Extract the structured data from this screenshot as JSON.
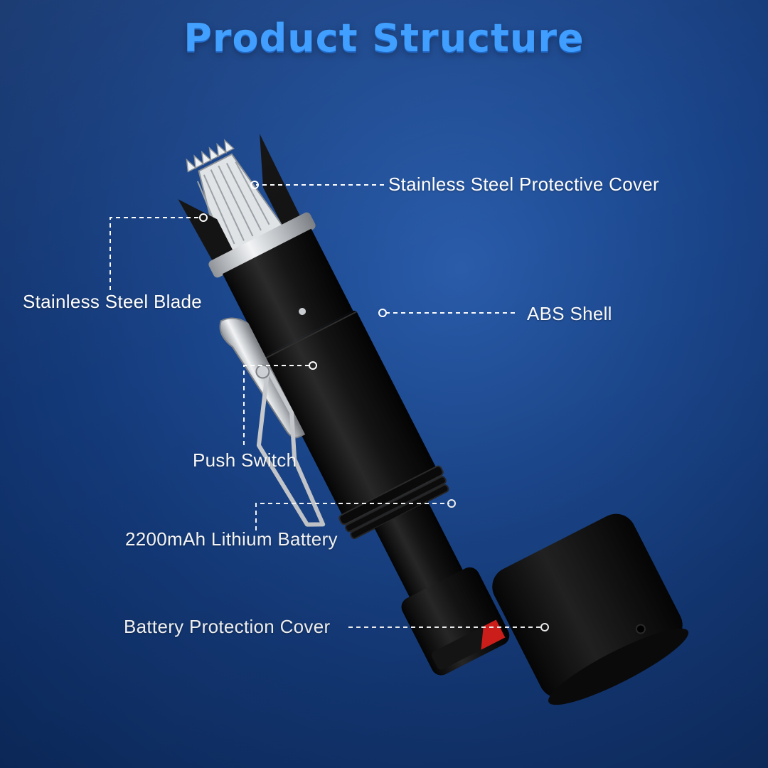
{
  "title": "Product Structure",
  "labels": {
    "protective_cover": "Stainless Steel Protective Cover",
    "blade": "Stainless Steel Blade",
    "shell": "ABS Shell",
    "switch": "Push Switch",
    "battery": "2200mAh Lithium Battery",
    "battery_cover": "Battery Protection Cover"
  },
  "colors": {
    "title": "#3b9cff",
    "background": "#1d4a92",
    "label": "#ffffff",
    "body": "#141414",
    "accent": "#e0201c"
  }
}
